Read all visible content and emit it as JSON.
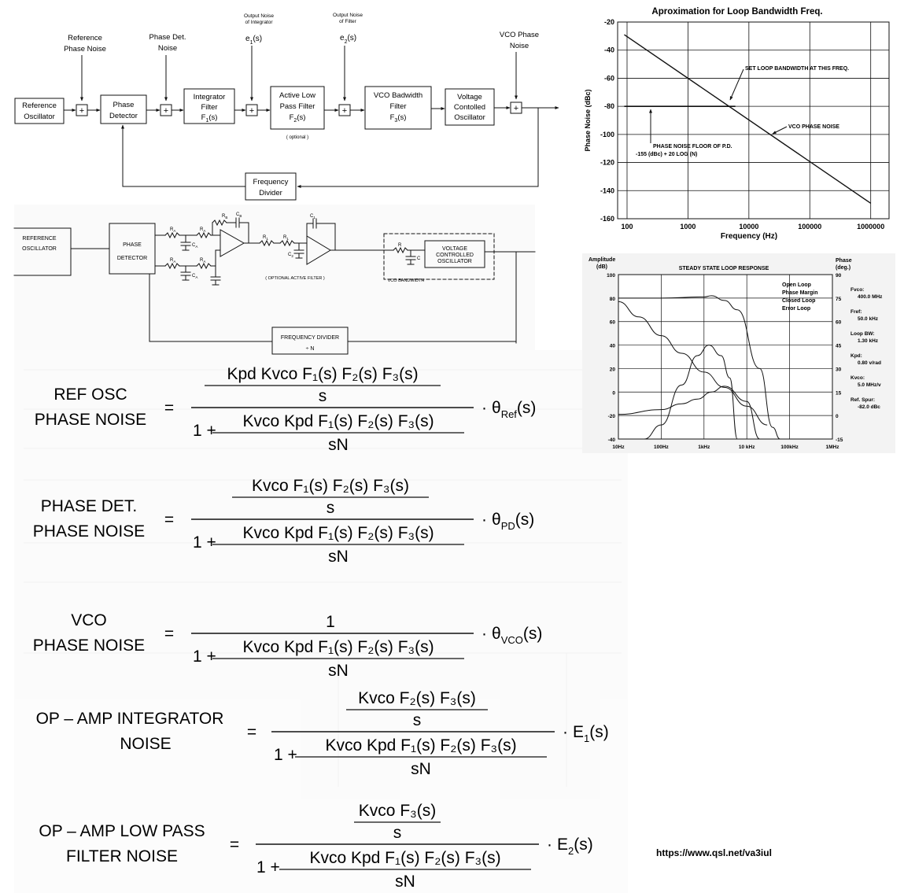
{
  "block_diagram": {
    "blocks": {
      "ref_osc": [
        "Reference",
        "Oscillator"
      ],
      "phase_det": [
        "Phase",
        "Detector"
      ],
      "integrator": [
        "Integrator",
        "Filter",
        "F",
        "1",
        "(s)"
      ],
      "lpf": [
        "Active Low",
        "Pass Filter",
        "F",
        "2",
        "(s)"
      ],
      "lpf_note": "( optional )",
      "vco_bw": [
        "VCO Badwidth",
        "Filter",
        "F",
        "3",
        "(s)"
      ],
      "vco": [
        "Voltage",
        "Contolled",
        "Oscillator"
      ],
      "divider": [
        "Frequency",
        "Divider"
      ]
    },
    "noise_labels": {
      "ref": [
        "Reference",
        "Phase Noise"
      ],
      "pd": [
        "Phase Det.",
        "Noise"
      ],
      "int": [
        "Output Noise",
        "of Integrator"
      ],
      "e1": [
        "e",
        "1",
        "(s)"
      ],
      "lpf": [
        "Output Noise",
        "of Filter"
      ],
      "e2": [
        "e",
        "2",
        "(s)"
      ],
      "vco": [
        "VCO Phase",
        "Noise"
      ]
    },
    "plus": "+"
  },
  "schematic": {
    "ref_osc": [
      "REFERENCE",
      "OSCILLATOR"
    ],
    "phase_det": [
      "PHASE",
      "DETECTOR"
    ],
    "vco": [
      "VOLTAGE",
      "CONTROLLED",
      "OSCILLATOR"
    ],
    "divider": [
      "FREQUENCY DIVIDER",
      "÷ N"
    ],
    "optional_filter": "( OPTIONAL ACTIVE FILTER )",
    "vco_bandwidth": "VCO BANDWIDTH",
    "parts": {
      "RA": "R",
      "RA_sub": "A",
      "CA": "C",
      "CA_sub": "A",
      "RB": "R",
      "RB_sub": "B",
      "CB": "C",
      "CB_sub": "B",
      "R1": "R",
      "R1_sub": "1",
      "C1": "C",
      "C1_sub": "1",
      "C2": "C",
      "C2_sub": "2",
      "R": "R",
      "C": "C"
    }
  },
  "chart1": {
    "chart_data": {
      "type": "line",
      "title": "Aproximation for Loop Bandwidth Freq.",
      "xlabel": "Frequency (Hz)",
      "ylabel": "Phase Noise (dBc)",
      "x_ticks": [
        "100",
        "1000",
        "10000",
        "100000",
        "1000000"
      ],
      "y_ticks": [
        "-20",
        "-40",
        "-60",
        "-80",
        "-100",
        "-120",
        "-140",
        "-160"
      ],
      "xlim": [
        70,
        2000000
      ],
      "ylim": [
        -160,
        -20
      ],
      "x_scale": "log",
      "grid": true,
      "series": [
        {
          "x": [
            90,
            1000000
          ],
          "y": [
            -29,
            -149
          ]
        },
        {
          "x": [
            90,
            6000
          ],
          "y": [
            -80,
            -80
          ]
        }
      ],
      "annotations": [
        "SET LOOP BANDWIDTH AT THIS FREQ.",
        "VCO  PHASE NOISE",
        "PHASE NOISE FLOOR OF P.D.",
        "-155 (dBc) + 20 LOG (N)"
      ]
    }
  },
  "chart2": {
    "chart_data": {
      "type": "line",
      "title": "STEADY STATE LOOP RESPONSE",
      "y_left_label": [
        "Amplitude",
        "(dB)"
      ],
      "y_right_label": [
        "Phase",
        "(deg.)"
      ],
      "x_ticks": [
        "10Hz",
        "100Hz",
        "1kHz",
        "10 kHz",
        "100kHz",
        "1MHz"
      ],
      "y_left_ticks": [
        "100",
        "80",
        "60",
        "40",
        "20",
        "0",
        "-20",
        "-40"
      ],
      "y_right_ticks": [
        "90",
        "75",
        "60",
        "45",
        "30",
        "15",
        "0",
        "-15"
      ],
      "xlim": [
        10,
        1000000
      ],
      "ylim": [
        -40,
        100
      ],
      "x_scale": "log",
      "grid": true,
      "legend": [
        "Open Loop",
        "Phase Margin",
        "Closed Loop",
        "Error Loop"
      ],
      "legend_position": "top-right",
      "params": [
        {
          "label": "Fvco:",
          "value": "400.0 MHz"
        },
        {
          "label": "Fref:",
          "value": "50.0 kHz"
        },
        {
          "label": "Loop BW:",
          "value": "1.30 kHz"
        },
        {
          "label": "Kpd:",
          "value": "0.80 v/rad"
        },
        {
          "label": "Kvco:",
          "value": "5.0 MHz/v"
        },
        {
          "label": "Ref. Spur:",
          "value": "-82.0 dBc"
        }
      ],
      "series": [
        {
          "name": "Open Loop",
          "x": [
            10,
            30,
            100,
            300,
            1000,
            3000,
            10000,
            30000
          ],
          "y": [
            77,
            64,
            48,
            33,
            17,
            4,
            -12,
            -28
          ]
        },
        {
          "name": "Phase Margin",
          "x": [
            40,
            100,
            300,
            700,
            1300,
            2500,
            4000,
            6000
          ],
          "y": [
            -40,
            -28,
            6,
            31,
            40,
            31,
            12,
            -40
          ]
        },
        {
          "name": "Closed Loop",
          "x": [
            10,
            100,
            1000,
            1500,
            3000,
            6000,
            20000,
            40000,
            60000
          ],
          "y": [
            80,
            80,
            81,
            82,
            78,
            70,
            20,
            -30,
            -40
          ]
        },
        {
          "name": "Error Loop",
          "x": [
            10,
            100,
            300,
            700,
            1500,
            3000,
            10000,
            20000
          ],
          "y": [
            -19,
            -15,
            -10,
            -6,
            0,
            5,
            -8,
            -40
          ]
        }
      ]
    }
  },
  "equations": [
    {
      "lhs": [
        "REF  OSC",
        "PHASE  NOISE"
      ],
      "num_inner": "Kpd  Kvco  F₁(s)  F₂(s)  F₃(s)",
      "den_inner": "Kvco  Kpd  F₁(s)  F₂(s)  F₃(s)",
      "theta": "θ",
      "theta_sub": "Ref",
      "tail": "(s)"
    },
    {
      "lhs": [
        "PHASE  DET.",
        "PHASE  NOISE"
      ],
      "num_inner": "Kvco  F₁(s)  F₂(s)  F₃(s)",
      "den_inner": "Kvco  Kpd  F₁(s)  F₂(s)  F₃(s)",
      "theta": "θ",
      "theta_sub": "PD",
      "tail": "(s)"
    },
    {
      "lhs": [
        "VCO",
        "PHASE  NOISE"
      ],
      "num_single": "1",
      "den_inner": "Kvco  Kpd  F₁(s)  F₂(s)  F₃(s)",
      "theta": "θ",
      "theta_sub": "VCO",
      "tail": "(s)"
    },
    {
      "lhs": [
        "OP – AMP  INTEGRATOR",
        "NOISE"
      ],
      "num_inner": "Kvco  F₂(s)  F₃(s)",
      "den_inner": "Kvco  Kpd  F₁(s)  F₂(s)  F₃(s)",
      "theta": "E",
      "theta_sub": "1",
      "tail": "(s)"
    },
    {
      "lhs": [
        "OP – AMP  LOW  PASS",
        "FILTER  NOISE"
      ],
      "num_inner": "Kvco  F₃(s)",
      "den_inner": "Kvco  Kpd  F₁(s)  F₂(s)  F₃(s)",
      "theta": "E",
      "theta_sub": "2",
      "tail": "(s)"
    }
  ],
  "eq_common": {
    "equals": "=",
    "one_plus": "1 +",
    "s": "s",
    "sN": "sN",
    "dot": "·"
  },
  "url": "https://www.qsl.net/va3iul"
}
